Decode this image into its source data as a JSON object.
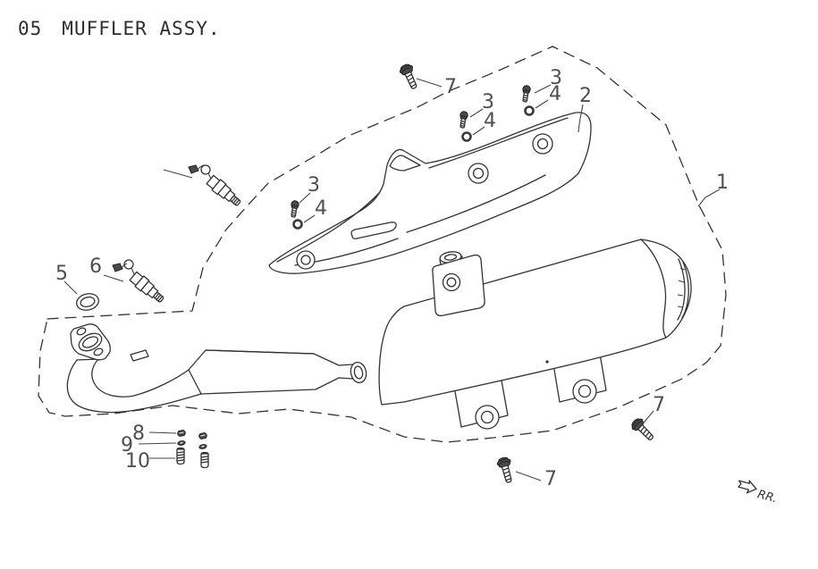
{
  "page": {
    "title_number": "05",
    "title_text": "MUFFLER ASSY."
  },
  "diagram": {
    "description": "Exploded parts view of a motorcycle muffler assembly with dashed outline boundary, numbered callouts for muffler body, heat shield, screws, washers, gasket, oxygen sensor, flange bolts, nuts and studs",
    "direction_marker": "RR.",
    "part_labels": {
      "p1": "1",
      "p2": "2",
      "p3": "3",
      "p4": "4",
      "p5": "5",
      "p6": "6",
      "p7": "7",
      "p8": "8",
      "p9": "9",
      "p10": "10"
    },
    "colors": {
      "line_color": "#333333",
      "label_color": "#4f4f4f",
      "background": "#ffffff"
    }
  }
}
